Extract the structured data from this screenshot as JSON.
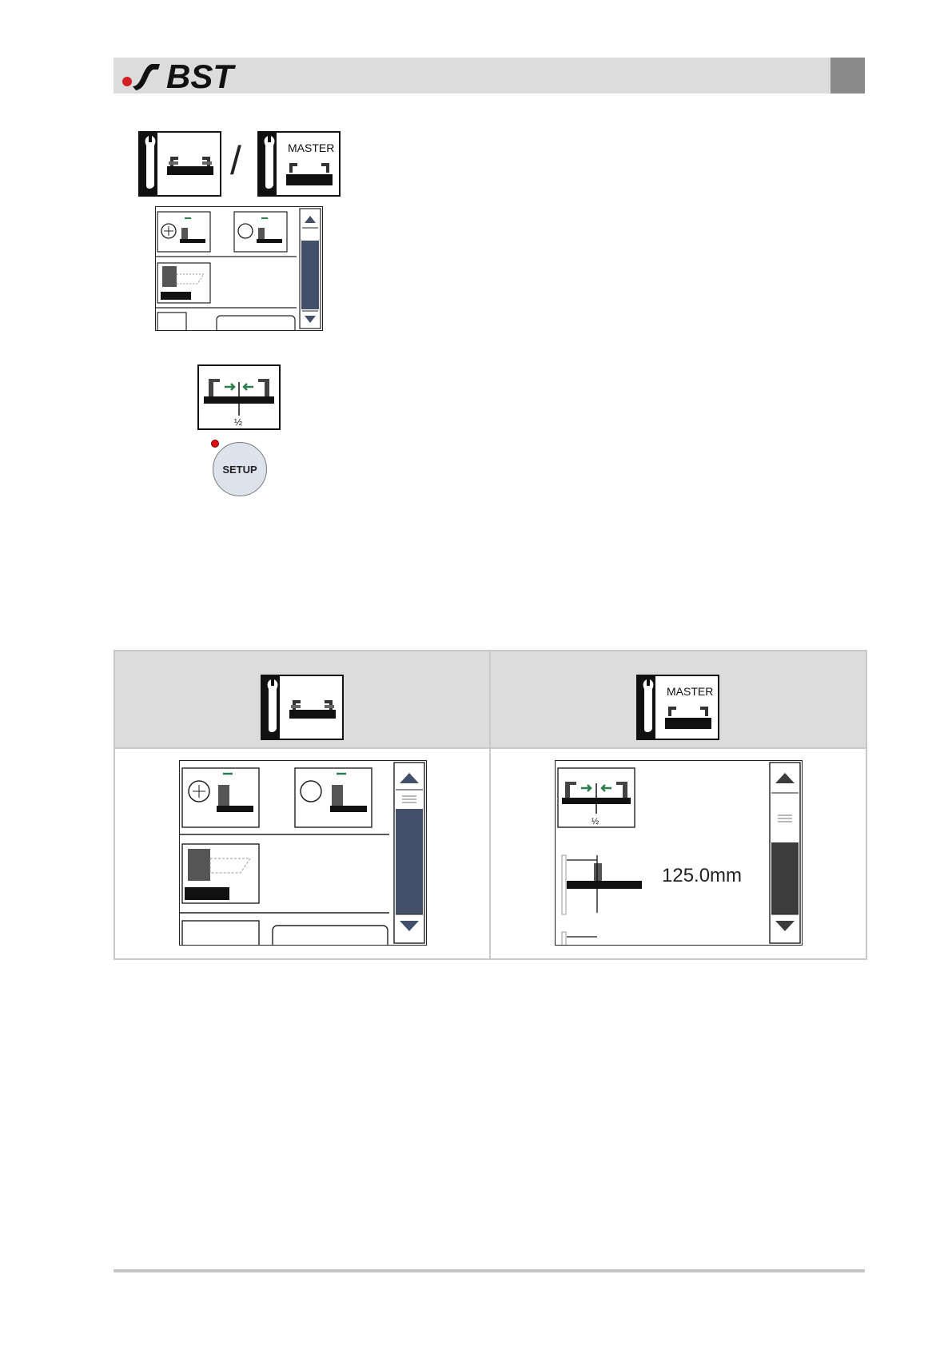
{
  "header": {
    "brand": "BST"
  },
  "top_section": {
    "separator": "/",
    "master_icon_label": "MASTER",
    "center_icon_fraction": "½",
    "setup_button_label": "SETUP"
  },
  "table": {
    "left_header_icon": "wrench-guide-icon",
    "right_header_icon": "wrench-master-guide-icon",
    "right_master_label": "MASTER",
    "right_screen_fraction": "½",
    "right_screen_value": "125.0mm"
  },
  "colors": {
    "accent_green": "#2e7d4f",
    "scroll_blue": "#44506a",
    "scroll_dark": "#3c3c3c",
    "logo_red": "#d31f26"
  }
}
